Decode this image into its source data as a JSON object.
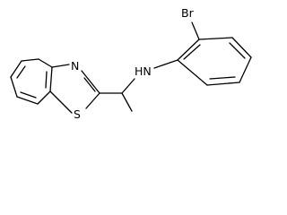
{
  "molecule": {
    "atoms": {
      "bromine": "Br",
      "amine": "HN",
      "thiazole_nitrogen": "N",
      "thiazole_sulfur": "S"
    },
    "colors": {
      "bond": "#000000",
      "text": "#000000",
      "background": "#ffffff"
    }
  }
}
